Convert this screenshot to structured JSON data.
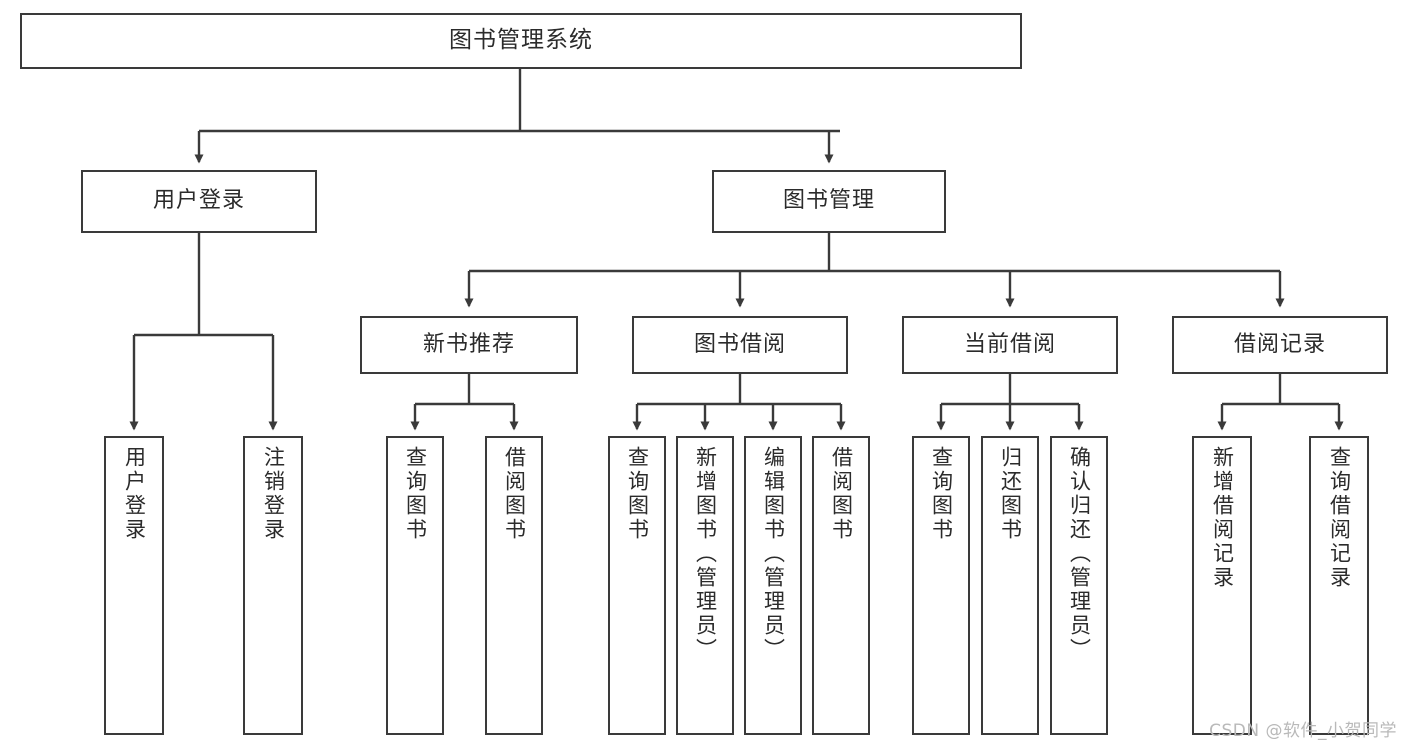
{
  "diagram": {
    "type": "tree",
    "title": "图书管理系统",
    "stroke_color": "#3a3a3a",
    "text_color": "#2b2b2b",
    "background_color": "#ffffff",
    "nodes": {
      "root": {
        "label": "图书管理系统"
      },
      "level1": [
        {
          "id": "user-login",
          "label": "用户登录"
        },
        {
          "id": "book-manage",
          "label": "图书管理"
        }
      ],
      "level2": [
        {
          "id": "new-book-rec",
          "label": "新书推荐",
          "parent": "book-manage"
        },
        {
          "id": "book-borrow",
          "label": "图书借阅",
          "parent": "book-manage"
        },
        {
          "id": "current-borrow",
          "label": "当前借阅",
          "parent": "book-manage"
        },
        {
          "id": "borrow-record",
          "label": "借阅记录",
          "parent": "book-manage"
        }
      ],
      "leaves": [
        {
          "id": "leaf-user-login",
          "label": "用户登录",
          "parent": "user-login"
        },
        {
          "id": "leaf-logout",
          "label": "注销登录",
          "parent": "user-login"
        },
        {
          "id": "leaf-query-book-1",
          "label": "查询图书",
          "parent": "new-book-rec"
        },
        {
          "id": "leaf-borrow-book-1",
          "label": "借阅图书",
          "parent": "new-book-rec"
        },
        {
          "id": "leaf-query-book-2",
          "label": "查询图书",
          "parent": "book-borrow"
        },
        {
          "id": "leaf-add-book",
          "label": "新增图书（管理员）",
          "parent": "book-borrow"
        },
        {
          "id": "leaf-edit-book",
          "label": "编辑图书（管理员）",
          "parent": "book-borrow"
        },
        {
          "id": "leaf-borrow-book-2",
          "label": "借阅图书",
          "parent": "book-borrow"
        },
        {
          "id": "leaf-query-book-3",
          "label": "查询图书",
          "parent": "current-borrow"
        },
        {
          "id": "leaf-return-book",
          "label": "归还图书",
          "parent": "current-borrow"
        },
        {
          "id": "leaf-confirm-return",
          "label": "确认归还（管理员）",
          "parent": "current-borrow"
        },
        {
          "id": "leaf-add-record",
          "label": "新增借阅记录",
          "parent": "borrow-record"
        },
        {
          "id": "leaf-query-record",
          "label": "查询借阅记录",
          "parent": "borrow-record"
        }
      ]
    }
  },
  "watermark": {
    "text": "CSDN @软件_小贺同学"
  }
}
